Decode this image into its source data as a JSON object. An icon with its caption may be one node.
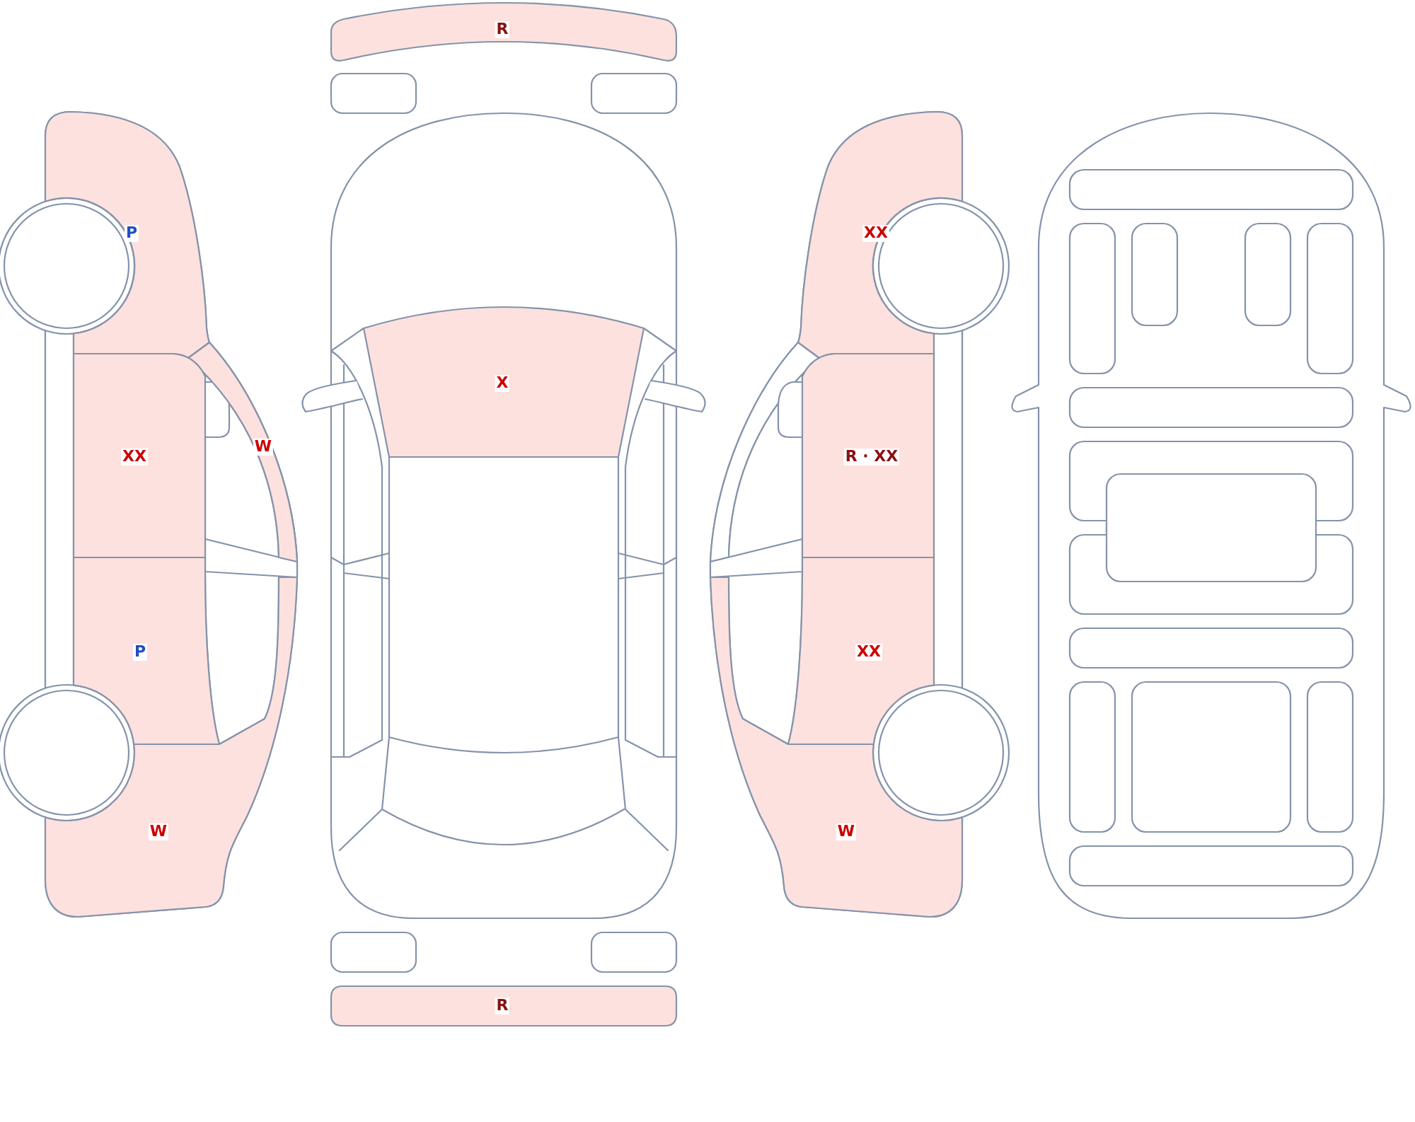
{
  "diagram": {
    "nodes": [
      {
        "text": [
          "P"
        ]
      },
      {
        "text": [
          "W"
        ]
      },
      {
        "text": [
          "XX"
        ]
      },
      {
        "text": [
          "P"
        ]
      },
      {
        "text": [
          "W"
        ]
      },
      {
        "text": [
          "R"
        ]
      },
      {
        "text": [
          "X"
        ]
      },
      {
        "text": [
          "R"
        ]
      },
      {
        "text": [
          "XX"
        ]
      },
      {
        "text": [
          "R · XX"
        ]
      },
      {
        "text": [
          "XX"
        ]
      },
      {
        "text": [
          "W"
        ]
      }
    ]
  }
}
